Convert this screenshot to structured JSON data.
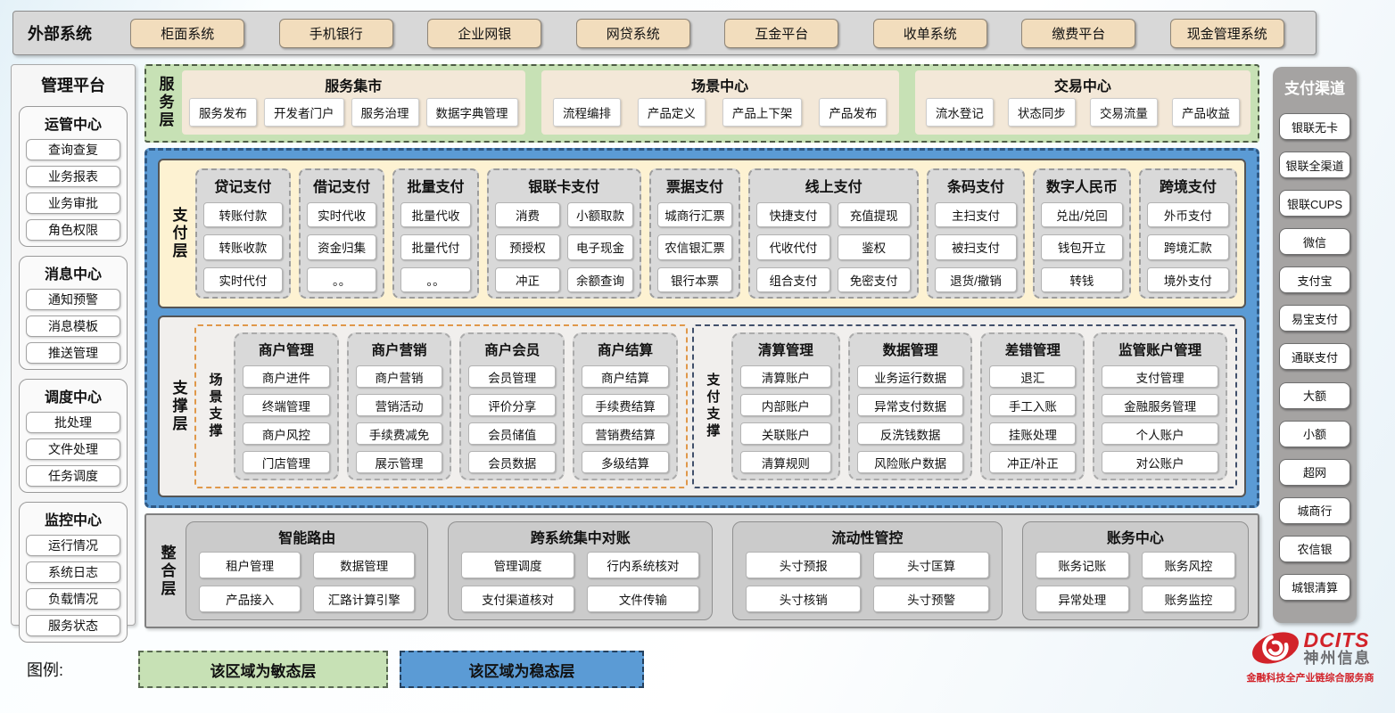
{
  "external_systems": {
    "label": "外部系统",
    "items": [
      "柜面系统",
      "手机银行",
      "企业网银",
      "网贷系统",
      "互金平台",
      "收单系统",
      "缴费平台",
      "现金管理系统"
    ]
  },
  "management_platform": {
    "title": "管理平台",
    "sections": [
      {
        "title": "运管中心",
        "items": [
          "查询查复",
          "业务报表",
          "业务审批",
          "角色权限"
        ]
      },
      {
        "title": "消息中心",
        "items": [
          "通知预警",
          "消息模板",
          "推送管理"
        ]
      },
      {
        "title": "调度中心",
        "items": [
          "批处理",
          "文件处理",
          "任务调度"
        ]
      },
      {
        "title": "监控中心",
        "items": [
          "运行情况",
          "系统日志",
          "负载情况",
          "服务状态"
        ]
      }
    ]
  },
  "service_layer": {
    "label": "服务层",
    "groups": [
      {
        "title": "服务集市",
        "items": [
          "服务发布",
          "开发者门户",
          "服务治理",
          "数据字典管理"
        ]
      },
      {
        "title": "场景中心",
        "items": [
          "流程编排",
          "产品定义",
          "产品上下架",
          "产品发布"
        ]
      },
      {
        "title": "交易中心",
        "items": [
          "流水登记",
          "状态同步",
          "交易流量",
          "产品收益"
        ]
      }
    ]
  },
  "payment_layer": {
    "label": "支付层",
    "columns": [
      {
        "title": "贷记支付",
        "items": [
          "转账付款",
          "转账收款",
          "实时代付"
        ]
      },
      {
        "title": "借记支付",
        "items": [
          "实时代收",
          "资金归集",
          "。。"
        ]
      },
      {
        "title": "批量支付",
        "items": [
          "批量代收",
          "批量代付",
          "。。"
        ]
      },
      {
        "title": "银联卡支付",
        "items": [
          "消费",
          "小额取款",
          "预授权",
          "电子现金",
          "冲正",
          "余额查询"
        ]
      },
      {
        "title": "票据支付",
        "items": [
          "城商行汇票",
          "农信银汇票",
          "银行本票"
        ]
      },
      {
        "title": "线上支付",
        "items": [
          "快捷支付",
          "充值提现",
          "代收代付",
          "鉴权",
          "组合支付",
          "免密支付"
        ]
      },
      {
        "title": "条码支付",
        "items": [
          "主扫支付",
          "被扫支付",
          "退货/撤销"
        ]
      },
      {
        "title": "数字人民币",
        "items": [
          "兑出/兑回",
          "钱包开立",
          "转钱"
        ]
      },
      {
        "title": "跨境支付",
        "items": [
          "外币支付",
          "跨境汇款",
          "境外支付"
        ]
      }
    ]
  },
  "support_layer": {
    "label": "支撑层",
    "scene_support": {
      "label": "场景支撑",
      "columns": [
        {
          "title": "商户管理",
          "items": [
            "商户进件",
            "终端管理",
            "商户风控",
            "门店管理"
          ]
        },
        {
          "title": "商户营销",
          "items": [
            "商户营销",
            "营销活动",
            "手续费减免",
            "展示管理"
          ]
        },
        {
          "title": "商户会员",
          "items": [
            "会员管理",
            "评价分享",
            "会员储值",
            "会员数据"
          ]
        },
        {
          "title": "商户结算",
          "items": [
            "商户结算",
            "手续费结算",
            "营销费结算",
            "多级结算"
          ]
        }
      ]
    },
    "payment_support": {
      "label": "支付支撑",
      "columns": [
        {
          "title": "清算管理",
          "items": [
            "清算账户",
            "内部账户",
            "关联账户",
            "清算规则"
          ]
        },
        {
          "title": "数据管理",
          "items": [
            "业务运行数据",
            "异常支付数据",
            "反洗钱数据",
            "风险账户数据"
          ]
        },
        {
          "title": "差错管理",
          "items": [
            "退汇",
            "手工入账",
            "挂账处理",
            "冲正/补正"
          ]
        },
        {
          "title": "监管账户管理",
          "items": [
            "支付管理",
            "金融服务管理",
            "个人账户",
            "对公账户"
          ]
        }
      ]
    }
  },
  "integration_layer": {
    "label": "整合层",
    "groups": [
      {
        "title": "智能路由",
        "items": [
          "租户管理",
          "数据管理",
          "产品接入",
          "汇路计算引擎"
        ]
      },
      {
        "title": "跨系统集中对账",
        "items": [
          "管理调度",
          "行内系统核对",
          "支付渠道核对",
          "文件传输"
        ]
      },
      {
        "title": "流动性管控",
        "items": [
          "头寸预报",
          "头寸匡算",
          "头寸核销",
          "头寸预警"
        ]
      },
      {
        "title": "账务中心",
        "items": [
          "账务记账",
          "账务风控",
          "异常处理",
          "账务监控"
        ]
      }
    ]
  },
  "payment_channels": {
    "title": "支付渠道",
    "items": [
      "银联无卡",
      "银联全渠道",
      "银联CUPS",
      "微信",
      "支付宝",
      "易宝支付",
      "通联支付",
      "大额",
      "小额",
      "超网",
      "城商行",
      "农信银",
      "城银清算"
    ]
  },
  "legend": {
    "label": "图例:",
    "agile": "该区域为敏态层",
    "stable": "该区域为稳态层"
  },
  "logo": {
    "brand": "DCITS",
    "company": "神州信息",
    "tagline": "金融科技全产业链综合服务商"
  },
  "colors": {
    "agile_green": "#c7e1b5",
    "stable_blue": "#5b9bd5",
    "payment_cream": "#fdf2d2",
    "box_gray": "#d9d9d9",
    "tan_button": "#f2ddbd",
    "brand_red": "#d2232a"
  }
}
